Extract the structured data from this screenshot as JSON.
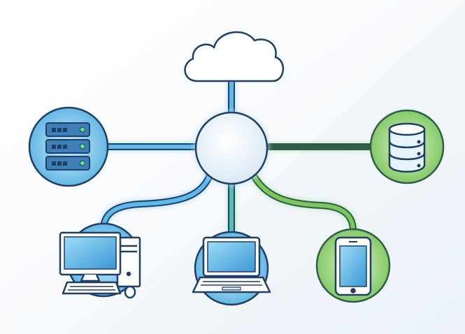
{
  "diagram": {
    "type": "network-topology",
    "hub": {
      "name": "central-hub",
      "icon": "hub-circle"
    },
    "nodes": [
      {
        "name": "cloud",
        "icon": "cloud-icon",
        "link_color": "#4aa8dc"
      },
      {
        "name": "server",
        "icon": "server-rack-icon",
        "link_color": "#3c98d4"
      },
      {
        "name": "database",
        "icon": "database-icon",
        "link_color": "#6cc074"
      },
      {
        "name": "desktop-computer",
        "icon": "desktop-computer-icon",
        "link_color": "#3c98d4"
      },
      {
        "name": "laptop",
        "icon": "laptop-icon",
        "link_color": "#4fb8a8"
      },
      {
        "name": "smartphone",
        "icon": "smartphone-icon",
        "link_color": "#6cc074"
      }
    ],
    "colors": {
      "blue_accent": "#3c98d4",
      "green_accent": "#6cc074",
      "outline": "#1f3f66",
      "node_fill_blue": "#8ed2f4",
      "node_fill_green": "#b3e29a",
      "hub_fill": "#eef5fb"
    }
  }
}
